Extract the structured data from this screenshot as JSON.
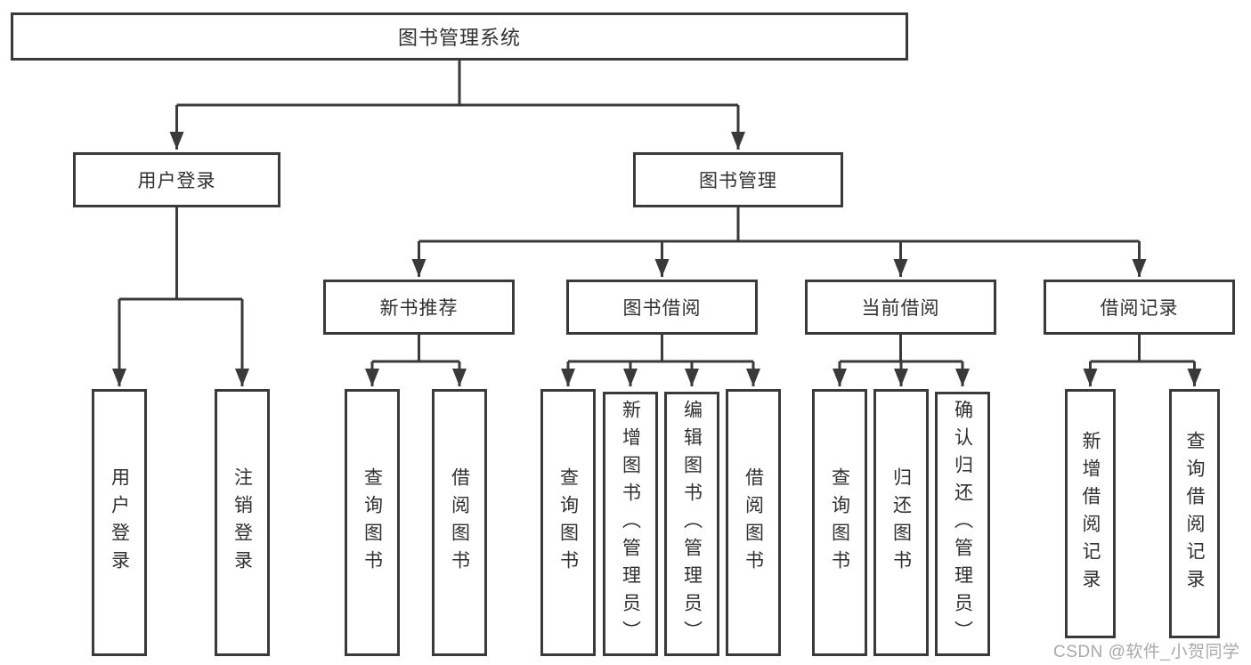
{
  "diagram": {
    "title": "图书管理系统",
    "colors": {
      "line": "#3a3a3a",
      "border": "#3a3a3a",
      "text": "#303030",
      "background": "#ffffff",
      "watermark": "#a9a9a9"
    },
    "nodes": {
      "root": {
        "label": "图书管理系统"
      },
      "user_login": {
        "label": "用户登录",
        "children": [
          {
            "label": "用户登录"
          },
          {
            "label": "注销登录"
          }
        ]
      },
      "book_mgmt": {
        "label": "图书管理"
      },
      "modules": [
        {
          "label": "新书推荐",
          "children": [
            {
              "label": "查询图书"
            },
            {
              "label": "借阅图书"
            }
          ]
        },
        {
          "label": "图书借阅",
          "children": [
            {
              "label": "查询图书"
            },
            {
              "label": "新增图书（管理员）"
            },
            {
              "label": "编辑图书（管理员）"
            },
            {
              "label": "借阅图书"
            }
          ]
        },
        {
          "label": "当前借阅",
          "children": [
            {
              "label": "查询图书"
            },
            {
              "label": "归还图书"
            },
            {
              "label": "确认归还（管理员）"
            }
          ]
        },
        {
          "label": "借阅记录",
          "children": [
            {
              "label": "新增借阅记录"
            },
            {
              "label": "查询借阅记录"
            }
          ]
        }
      ]
    },
    "watermark": {
      "text": "CSDN @软件_小贺同学"
    }
  }
}
